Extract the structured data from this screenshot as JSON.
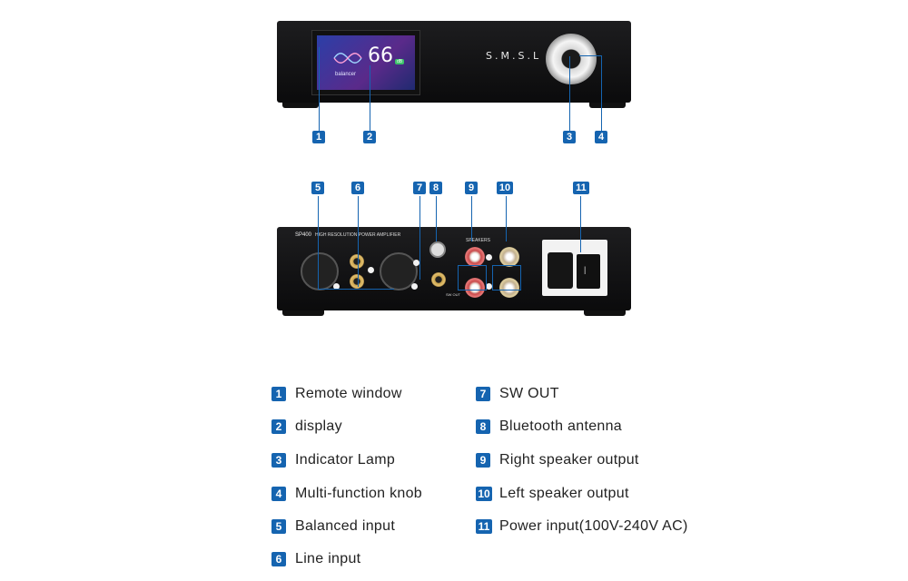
{
  "front_panel": {
    "brand": "S.M.S.L",
    "screen_value": "66",
    "screen_mode": "balancer",
    "screen_tag": "dB"
  },
  "rear_panel": {
    "model": "SP400",
    "subtitle": "HIGH RESOLUTION POWER AMPLIFIER",
    "speakers_label": "SPEAKERS",
    "sw_label": "SW OUT"
  },
  "markers": [
    "1",
    "2",
    "3",
    "4",
    "5",
    "6",
    "7",
    "8",
    "9",
    "10",
    "11"
  ],
  "legend": [
    {
      "num": "1",
      "label": "Remote window"
    },
    {
      "num": "2",
      "label": "display"
    },
    {
      "num": "3",
      "label": "Indicator Lamp"
    },
    {
      "num": "4",
      "label": "Multi-function knob"
    },
    {
      "num": "5",
      "label": "Balanced input"
    },
    {
      "num": "6",
      "label": "Line input"
    },
    {
      "num": "7",
      "label": "SW OUT"
    },
    {
      "num": "8",
      "label": "Bluetooth antenna"
    },
    {
      "num": "9",
      "label": "Right speaker output"
    },
    {
      "num": "10",
      "label": "Left speaker output"
    },
    {
      "num": "11",
      "label": "Power input(100V-240V AC)"
    }
  ]
}
